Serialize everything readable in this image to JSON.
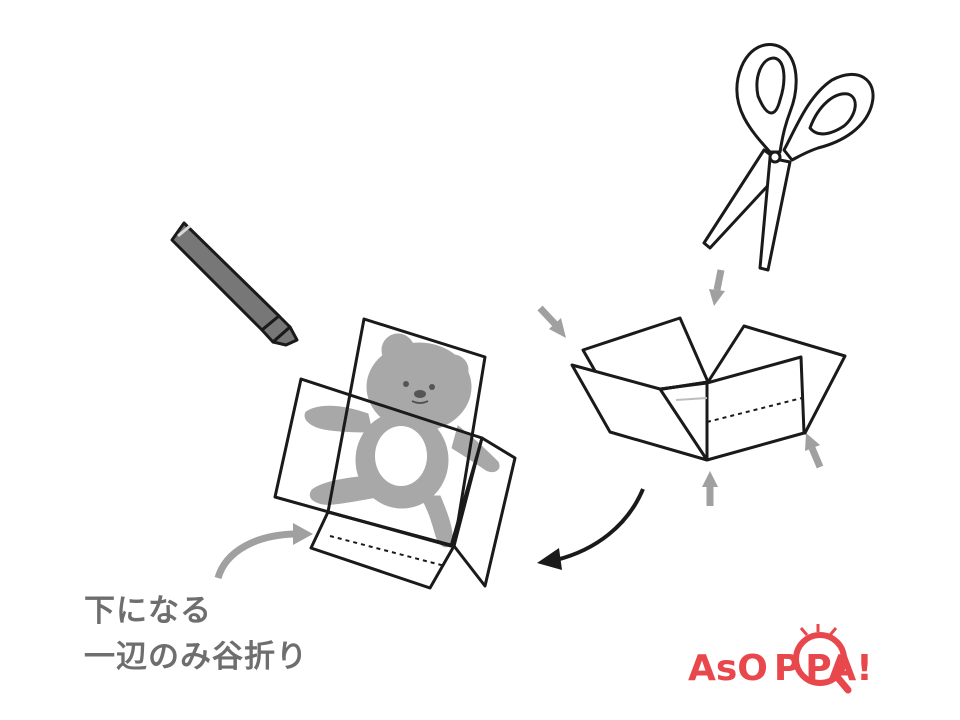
{
  "caption": {
    "line1": "下になる",
    "line2": "一辺のみ谷折り"
  },
  "logo": {
    "part1": "AsO",
    "mark": "P",
    "part2": "PA!"
  },
  "colors": {
    "line": "#1a1a1a",
    "bear": "#a8a8a8",
    "bear_dark": "#555555",
    "arrow_gray": "#a0a0a0",
    "caption": "#6e6e6e",
    "logo_red": "#e8474c",
    "marker": "#777777"
  },
  "icons": [
    "marker-icon",
    "scissors-icon",
    "fold-arrow-icon",
    "logo-magnifier-icon"
  ]
}
